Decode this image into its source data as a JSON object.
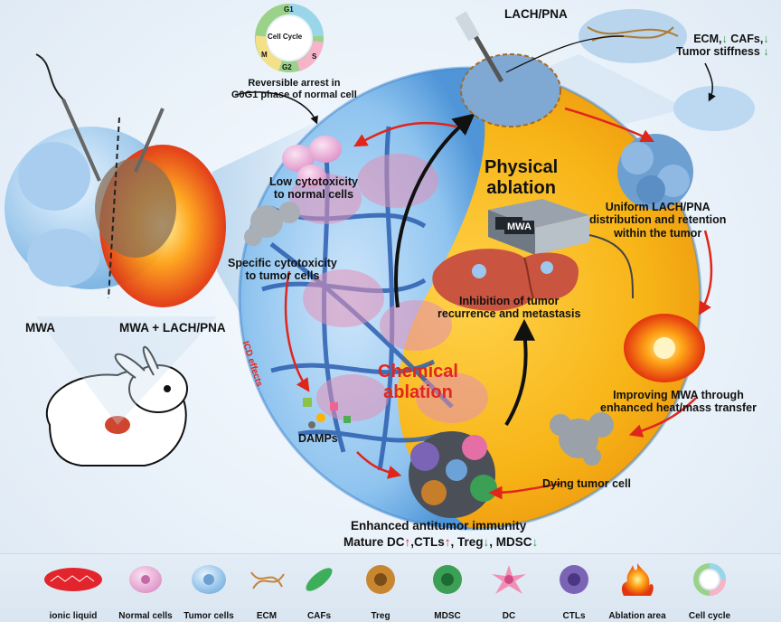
{
  "labels": {
    "lach_pna_top": "LACH/PNA",
    "ecm_line": "ECM,",
    "ecm_down": "↓",
    "cafs_line": "CAFs,",
    "cafs_down": "↓",
    "tumor_stiffness": "Tumor stiffness",
    "stiffness_down": "↓",
    "cell_cycle_title": "Cell Cycle",
    "phase_g1": "G1",
    "phase_s": "S",
    "phase_g2": "G2",
    "phase_m": "M",
    "reversible_arrest": "Reversible arrest in\nG0G1 phase of normal cell",
    "low_cytotoxicity": "Low cytotoxicity\nto normal cells",
    "specific_cytotoxicity": "Specific cytotoxicity\nto tumor cells",
    "physical_ablation": "Physical\nablation",
    "chemical_ablation": "Chemical\nablation",
    "mwa_device": "MWA",
    "uniform_distribution": "Uniform LACH/PNA\ndistribution and retention\nwithin the tumor",
    "inhibition": "Inhibition of tumor\nrecurrence and metastasis",
    "improving_mwa": "Improving MWA through\nenhanced heat/mass transfer",
    "icd_effects": "ICD effects",
    "damps": "DAMPs",
    "dying_tumor_cell": "Dying tumor cell",
    "enhanced_immunity": "Enhanced antitumor immunity",
    "mature_dc": "Mature DC",
    "up1": "↑",
    "ctls": ",CTLs",
    "up2": "↑",
    "treg": ", Treg",
    "down3": "↓",
    "mdsc": ", MDSC",
    "down4": "↓",
    "mwa_left": "MWA",
    "mwa_lach": "MWA + LACH/PNA"
  },
  "legend": [
    {
      "label": "ionic liquid",
      "icon": "ionic-liquid-icon"
    },
    {
      "label": "Normal cells",
      "icon": "normal-cell-icon"
    },
    {
      "label": "Tumor cells",
      "icon": "tumor-cell-icon"
    },
    {
      "label": "ECM",
      "icon": "ecm-icon"
    },
    {
      "label": "CAFs",
      "icon": "caf-icon"
    },
    {
      "label": "Treg",
      "icon": "treg-icon"
    },
    {
      "label": "MDSC",
      "icon": "mdsc-icon"
    },
    {
      "label": "DC",
      "icon": "dc-icon"
    },
    {
      "label": "CTLs",
      "icon": "ctl-icon"
    },
    {
      "label": "Ablation area",
      "icon": "ablation-area-icon"
    },
    {
      "label": "Cell cycle",
      "icon": "cell-cycle-icon"
    }
  ],
  "colors": {
    "physical": "#f6b417",
    "chemical": "#2f6fc0",
    "arrow": "#e0261b",
    "red_text": "#e3261d"
  }
}
